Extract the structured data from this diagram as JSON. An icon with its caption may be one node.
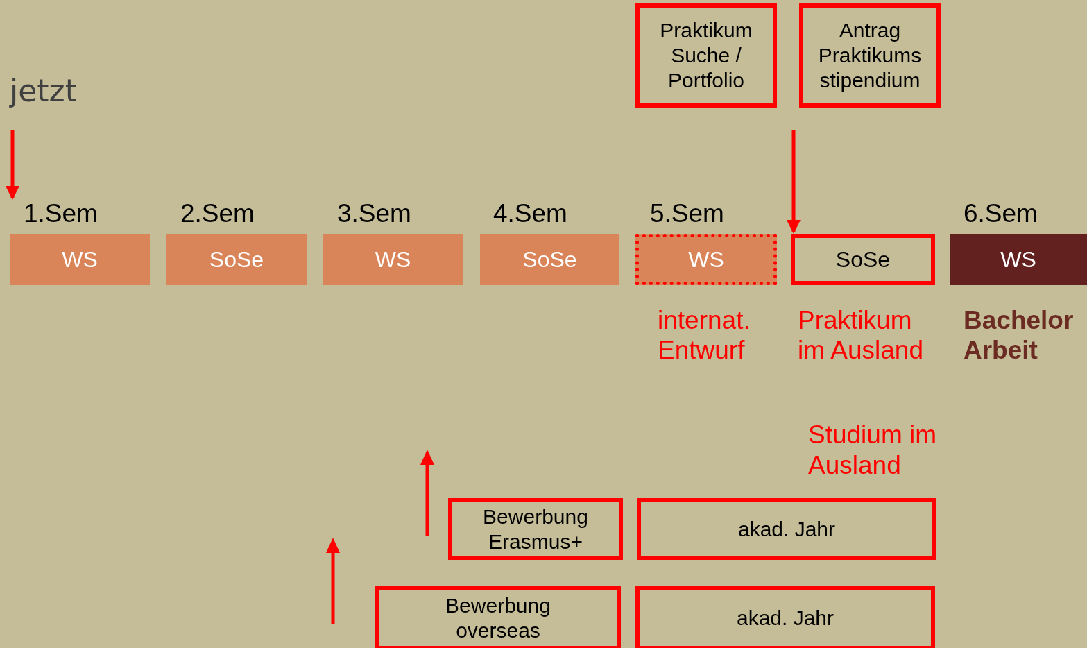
{
  "diagram": {
    "nodes": [
      {
        "text": [
          "Praktikum Suche / Portfolio"
        ]
      },
      {
        "text": [
          "Antrag Praktikums stipendium"
        ]
      },
      {
        "text": [
          "1.Sem",
          "WS"
        ]
      },
      {
        "text": [
          "2.Sem",
          "SoSe"
        ]
      },
      {
        "text": [
          "3.Sem",
          "WS"
        ]
      },
      {
        "text": [
          "4.Sem",
          "SoSe"
        ]
      },
      {
        "text": [
          "5.Sem",
          "WS"
        ],
        "beside": [
          "internat. Entwurf"
        ]
      },
      {
        "text": [
          "SoSe"
        ],
        "beside": [
          "Praktikum im Ausland"
        ]
      },
      {
        "text": [
          "6.Sem",
          "WS"
        ],
        "beside": [
          "Bachelor Arbeit"
        ]
      },
      {
        "text": [
          "Bewerbung Erasmus+"
        ]
      },
      {
        "text": [
          "akad. Jahr"
        ]
      },
      {
        "text": [
          "Bewerbung overseas"
        ]
      },
      {
        "text": [
          "akad. Jahr"
        ]
      }
    ],
    "edges": [
      {
        "from": null,
        "to": 2,
        "arrow": "to"
      },
      {
        "from": null,
        "to": 7,
        "arrow": "to"
      }
    ],
    "labels": [
      "jetzt",
      "Studium im Ausland"
    ]
  }
}
